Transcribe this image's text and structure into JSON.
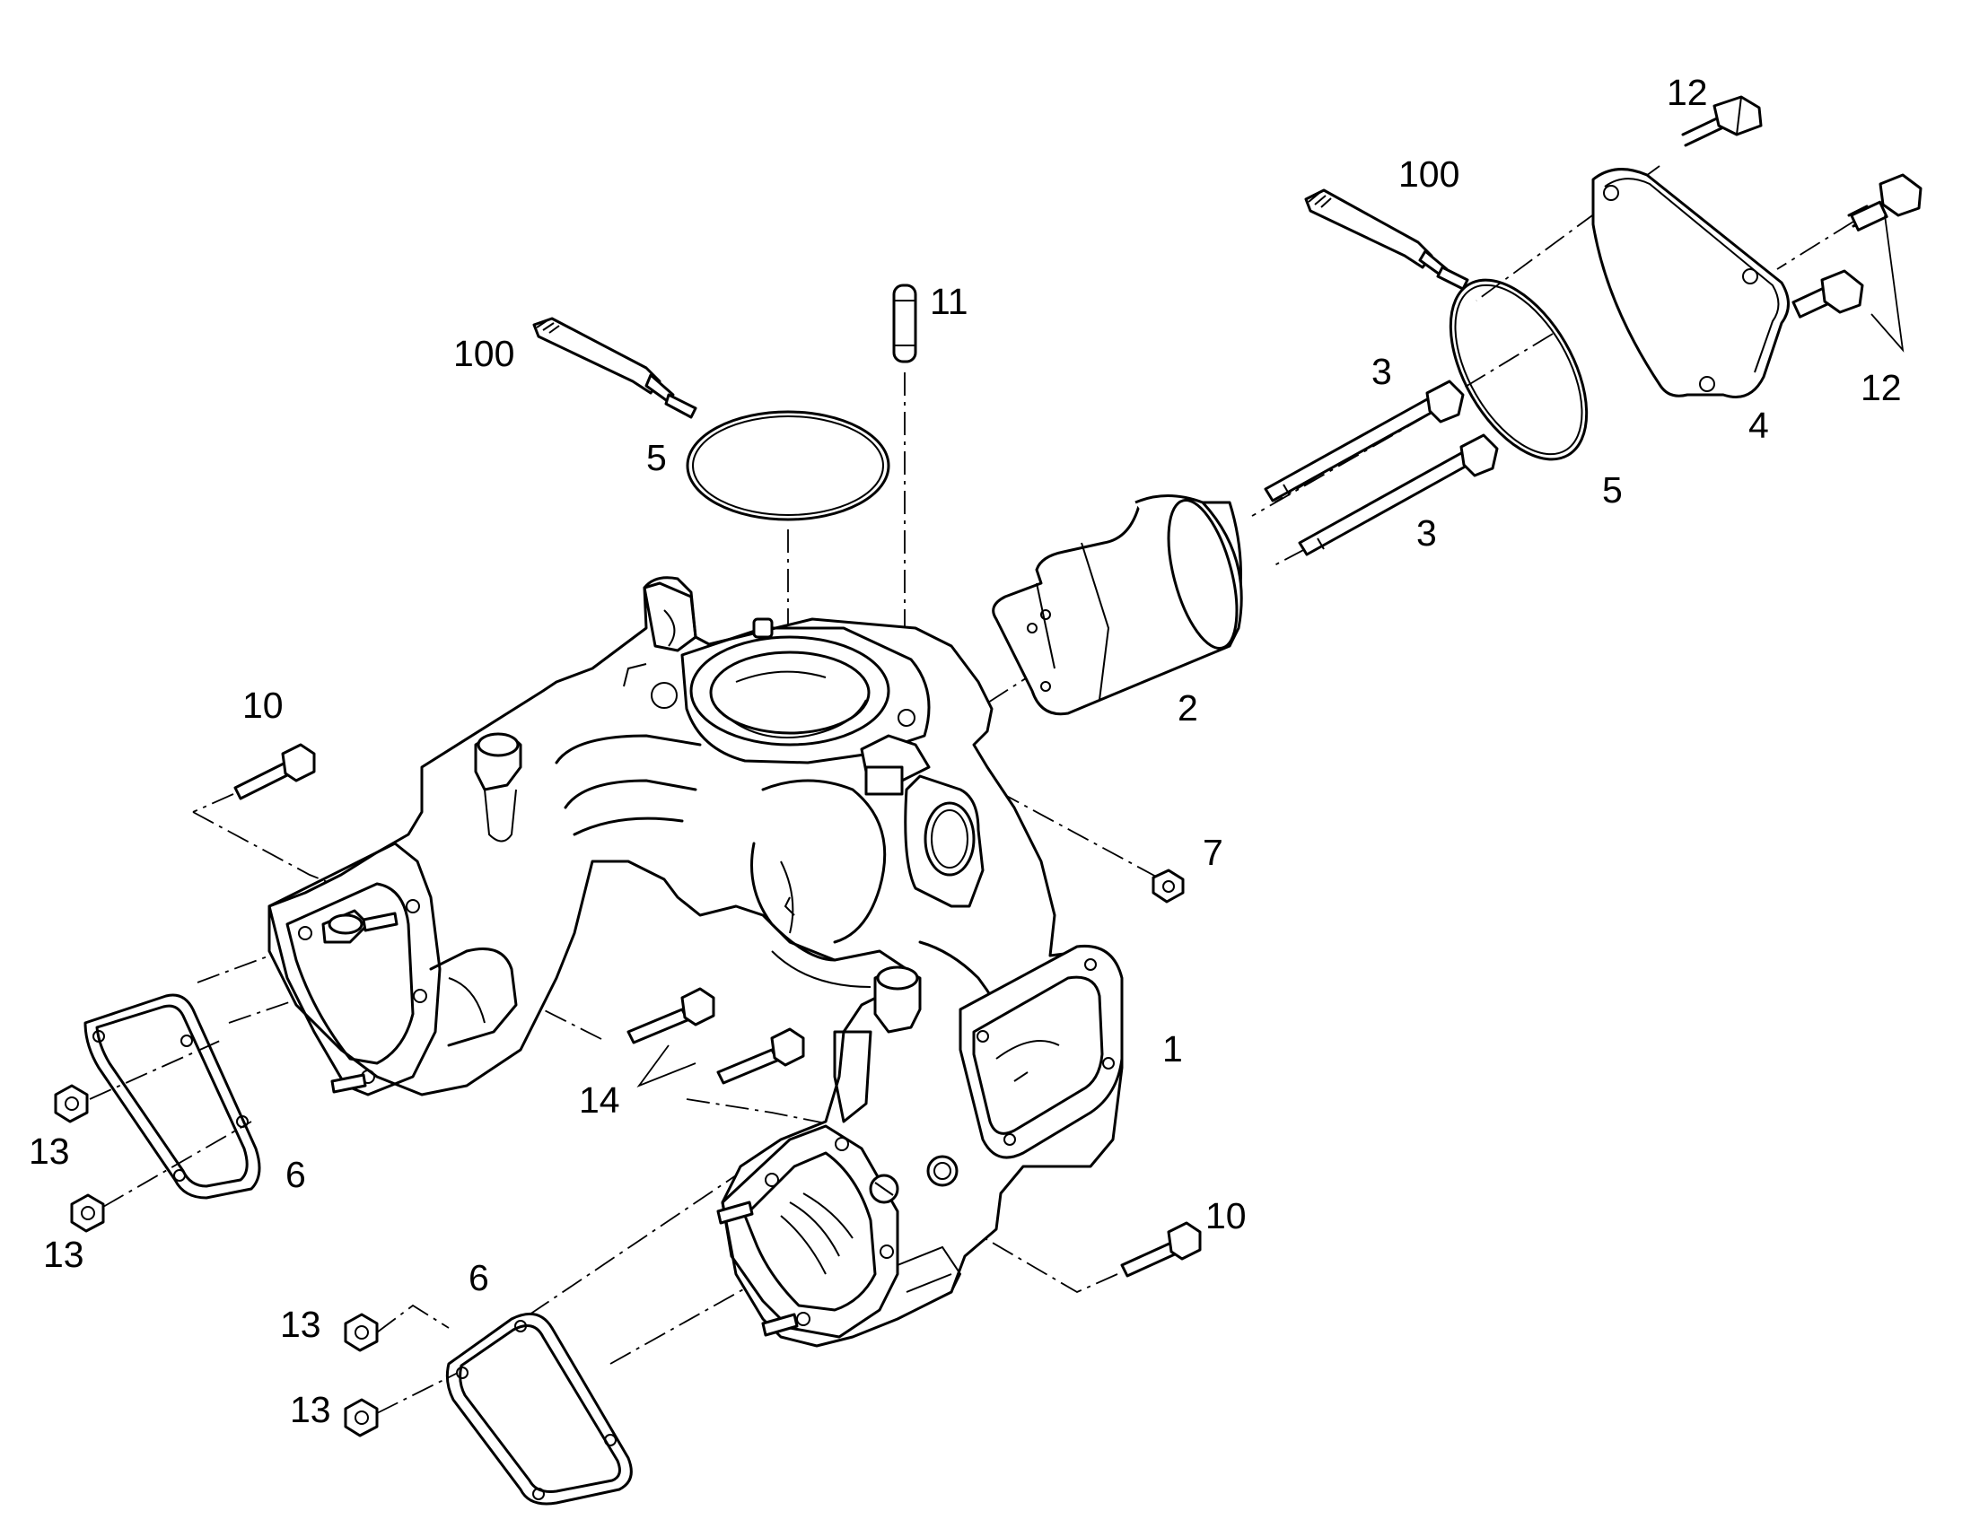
{
  "callouts": {
    "c12a": "12",
    "c100a": "100",
    "c11": "11",
    "c100b": "100",
    "c3a": "3",
    "c12b": "12",
    "c4": "4",
    "c5a": "5",
    "c5b": "5",
    "c3b": "3",
    "c2": "2",
    "c10a": "10",
    "c7": "7",
    "c1": "1",
    "c14": "14",
    "c13a": "13",
    "c6a": "6",
    "c13b": "13",
    "c10b": "10",
    "c6b": "6",
    "c13c": "13",
    "c13d": "13"
  },
  "colors": {
    "line": "#000000",
    "background": "#ffffff"
  }
}
